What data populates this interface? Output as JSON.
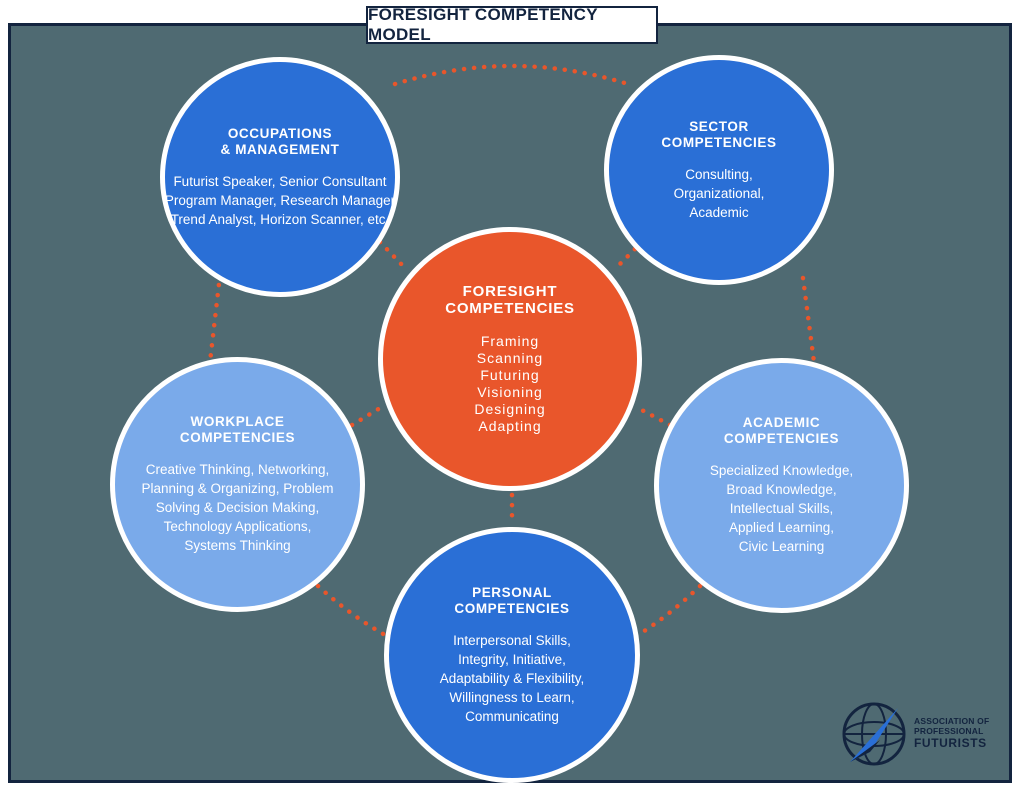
{
  "title": "FORESIGHT COMPETENCY MODEL",
  "colors": {
    "background": "#4f6a72",
    "frame": "#13243f",
    "dark_circle": "#2a6fd6",
    "light_circle": "#7aaaea",
    "center_circle": "#e9562b",
    "connector": "#e9562b"
  },
  "circles": {
    "occupations": {
      "title": "OCCUPATIONS\n& MANAGEMENT",
      "items": [
        "Futurist Speaker, Senior Consultant",
        "Program Manager, Research  Manager",
        "Trend Analyst, Horizon Scanner, etc."
      ]
    },
    "sector": {
      "title": "SECTOR\nCOMPETENCIES",
      "items": [
        "Consulting,",
        "Organizational,",
        "Academic"
      ]
    },
    "foresight": {
      "title": "FORESIGHT\nCOMPETENCIES",
      "items": [
        "Framing",
        "Scanning",
        "Futuring",
        "Visioning",
        "Designing",
        "Adapting"
      ]
    },
    "workplace": {
      "title": "WORKPLACE\nCOMPETENCIES",
      "items": [
        "Creative Thinking, Networking,",
        "Planning & Organizing, Problem",
        "Solving & Decision Making,",
        "Technology Applications,",
        "Systems Thinking"
      ]
    },
    "academic": {
      "title": "ACADEMIC\nCOMPETENCIES",
      "items": [
        "Specialized Knowledge,",
        "Broad Knowledge,",
        "Intellectual Skills,",
        "Applied Learning,",
        "Civic Learning"
      ]
    },
    "personal": {
      "title": "PERSONAL\nCOMPETENCIES",
      "items": [
        "Interpersonal Skills,",
        "Integrity, Initiative,",
        "Adaptability & Flexibility,",
        "Willingness to Learn,",
        "Communicating"
      ]
    }
  },
  "logo": {
    "icon": "apf-globe-icon",
    "lines": [
      "ASSOCIATION OF",
      "PROFESSIONAL",
      "FUTURISTS"
    ]
  }
}
